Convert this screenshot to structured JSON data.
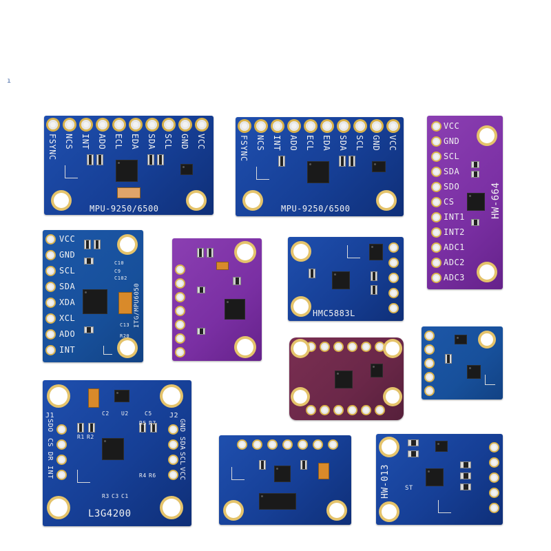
{
  "corner_mark": "ı",
  "boards": {
    "b1": {
      "pins": [
        "FSYNC",
        "NCS",
        "INT",
        "ADO",
        "ECL",
        "EDA",
        "SDA",
        "SCL",
        "GND",
        "VCC"
      ],
      "name": "MPU-9250/6500"
    },
    "b2": {
      "pins": [
        "FSYNC",
        "NCS",
        "INT",
        "ADO",
        "ECL",
        "EDA",
        "SDA",
        "SCL",
        "GND",
        "VCC"
      ],
      "name": "MPU-9250/6500"
    },
    "b3": {
      "pins": [
        "VCC",
        "GND",
        "SCL",
        "SDA",
        "SDO",
        "CS",
        "INT1",
        "INT2",
        "ADC1",
        "ADC2",
        "ADC3"
      ],
      "name": "HW-664"
    },
    "b4": {
      "pins": [
        "VCC",
        "GND",
        "SCL",
        "SDA",
        "XDA",
        "XCL",
        "ADO",
        "INT"
      ],
      "name": "ITG/MPU6050",
      "parts": [
        "C10",
        "C9",
        "C102",
        "R20",
        "C13"
      ]
    },
    "b6": {
      "name": "HMC5883L"
    },
    "b9": {
      "pins_left": [
        "SDO",
        "CS",
        "DR",
        "INT"
      ],
      "pins_right": [
        "GND",
        "SDA",
        "SCL",
        "VCC"
      ],
      "name": "L3G4200",
      "parts": [
        "C2",
        "U2",
        "C5",
        "R1",
        "R2",
        "R3",
        "R4",
        "R5",
        "R7",
        "R6",
        "C3",
        "C1",
        "J1",
        "J2"
      ]
    },
    "b11": {
      "name": "HW-013",
      "parts": [
        "ST"
      ]
    }
  }
}
